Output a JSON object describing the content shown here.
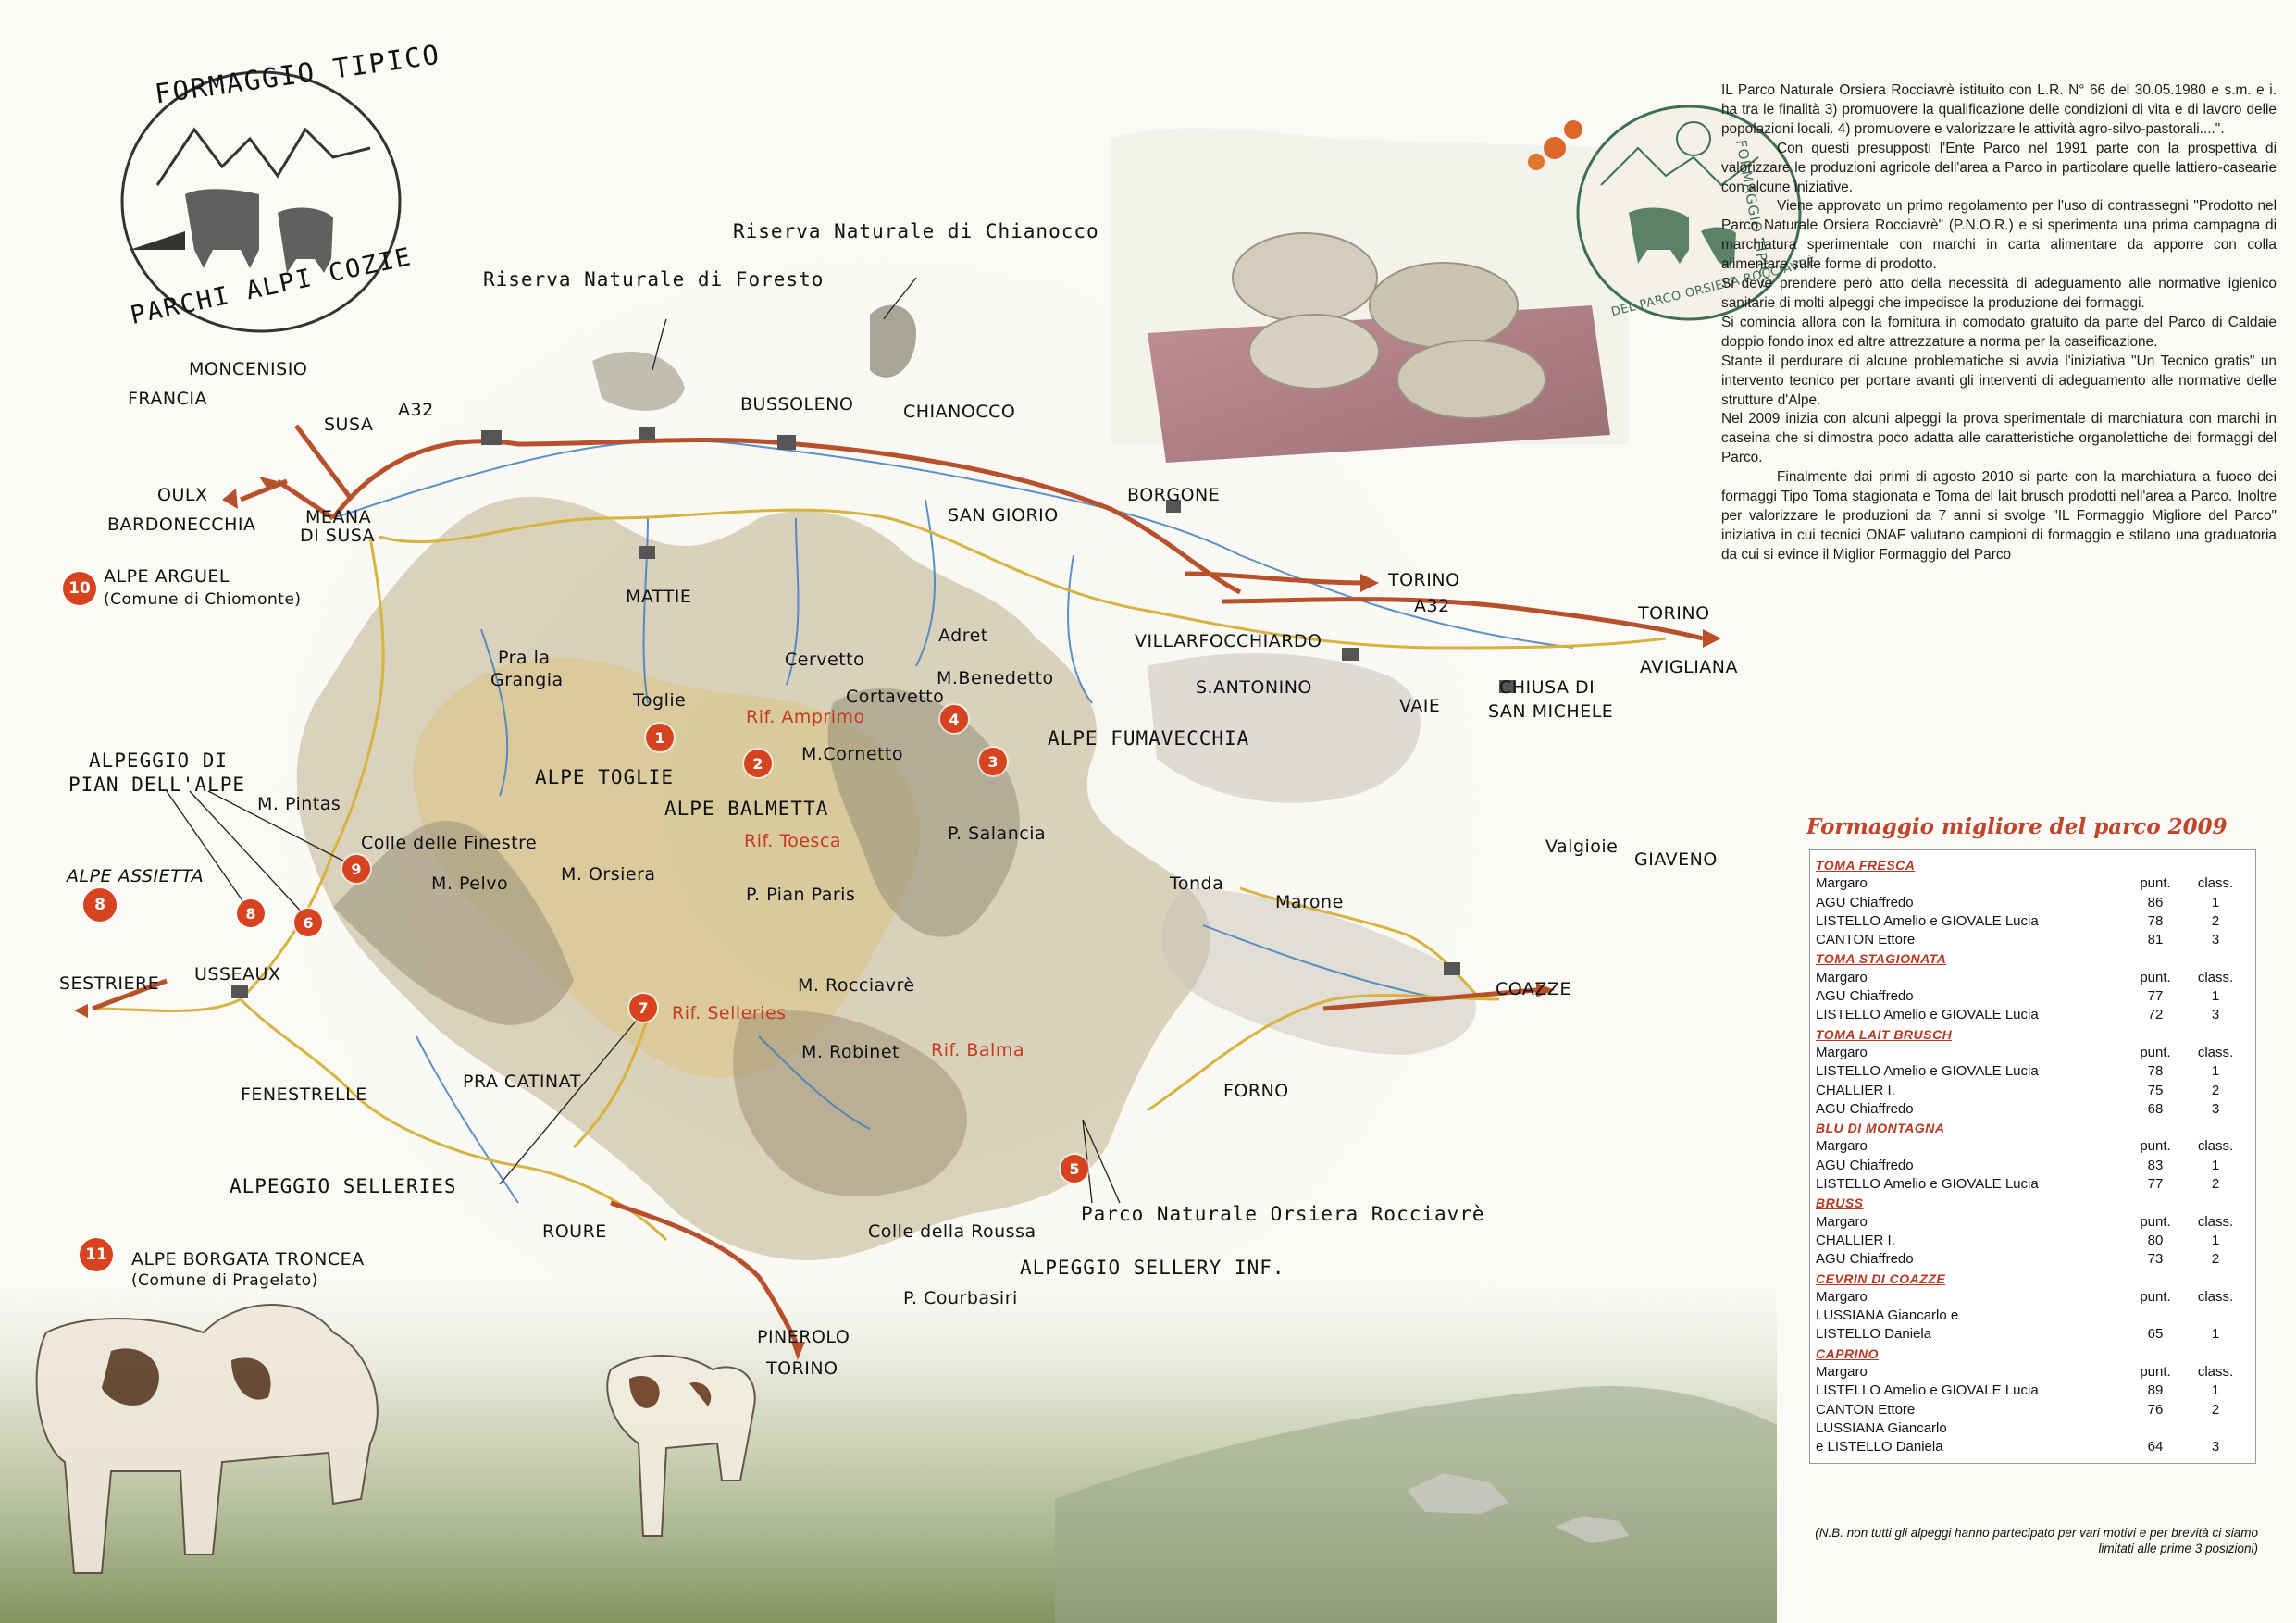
{
  "logo_left": {
    "top_text": "FORMAGGIO TIPICO",
    "bottom_text": "PARCHI ALPI COZIE"
  },
  "logo_right": {
    "top_text": "FORMAGGIO TIPICO",
    "bottom_text": "DEL PARCO ORSIERA ROCCIAVRÈ"
  },
  "map": {
    "place_labels": [
      {
        "id": "riserva-chianocco",
        "text": "Riserva Naturale di Chianocco",
        "style": "hand"
      },
      {
        "id": "riserva-foresto",
        "text": "Riserva Naturale di Foresto",
        "style": "hand"
      },
      {
        "id": "moncenisio",
        "text": "MONCENISIO",
        "style": "normal"
      },
      {
        "id": "francia",
        "text": "FRANCIA",
        "style": "normal"
      },
      {
        "id": "susa",
        "text": "SUSA",
        "style": "normal"
      },
      {
        "id": "a32-west",
        "text": "A32",
        "style": "normal"
      },
      {
        "id": "bussoleno",
        "text": "BUSSOLENO",
        "style": "normal"
      },
      {
        "id": "chianocco",
        "text": "CHIANOCCO",
        "style": "normal"
      },
      {
        "id": "oulx",
        "text": "OULX",
        "style": "normal"
      },
      {
        "id": "bardonecchia",
        "text": "BARDONECCHIA",
        "style": "normal"
      },
      {
        "id": "meana",
        "text": "MEANA",
        "style": "normal"
      },
      {
        "id": "di-susa",
        "text": "DI SUSA",
        "style": "normal"
      },
      {
        "id": "borgone",
        "text": "BORGONE",
        "style": "normal"
      },
      {
        "id": "san-giorio",
        "text": "SAN GIORIO",
        "style": "normal"
      },
      {
        "id": "mattie",
        "text": "MATTIE",
        "style": "normal"
      },
      {
        "id": "torino-east",
        "text": "TORINO",
        "style": "normal"
      },
      {
        "id": "a32-east",
        "text": "A32",
        "style": "normal"
      },
      {
        "id": "torino-far",
        "text": "TORINO",
        "style": "normal"
      },
      {
        "id": "villarfocchiardo",
        "text": "VILLARFOCCHIARDO",
        "style": "normal"
      },
      {
        "id": "santonino",
        "text": "S.ANTONINO",
        "style": "normal"
      },
      {
        "id": "vaie",
        "text": "VAIE",
        "style": "normal"
      },
      {
        "id": "chiusa",
        "text": "CHIUSA DI",
        "style": "normal"
      },
      {
        "id": "san-michele",
        "text": "SAN MICHELE",
        "style": "normal"
      },
      {
        "id": "avigliana",
        "text": "AVIGLIANA",
        "style": "normal"
      },
      {
        "id": "pra-la",
        "text": "Pra la",
        "style": "normal"
      },
      {
        "id": "grangia",
        "text": "Grangia",
        "style": "normal"
      },
      {
        "id": "cervetto",
        "text": "Cervetto",
        "style": "normal"
      },
      {
        "id": "adret",
        "text": "Adret",
        "style": "normal"
      },
      {
        "id": "cortavetto",
        "text": "Cortavetto",
        "style": "normal"
      },
      {
        "id": "mbenedetto",
        "text": "M.Benedetto",
        "style": "normal"
      },
      {
        "id": "toglie",
        "text": "Toglie",
        "style": "normal"
      },
      {
        "id": "rif-amprimo",
        "text": "Rif. Amprimo",
        "style": "red"
      },
      {
        "id": "alpe-fumavecchia",
        "text": "ALPE FUMAVECCHIA",
        "style": "hand"
      },
      {
        "id": "mcornetto",
        "text": "M.Cornetto",
        "style": "normal"
      },
      {
        "id": "alpe-toglie",
        "text": "ALPE TOGLIE",
        "style": "hand"
      },
      {
        "id": "alpe-balmetta",
        "text": "ALPE BALMETTA",
        "style": "hand"
      },
      {
        "id": "alpeggio-di",
        "text": "ALPEGGIO DI",
        "style": "hand"
      },
      {
        "id": "pian-dellalpe",
        "text": "PIAN DELL'ALPE",
        "style": "hand"
      },
      {
        "id": "mpintas",
        "text": "M. Pintas",
        "style": "normal"
      },
      {
        "id": "rif-toesca",
        "text": "Rif. Toesca",
        "style": "red"
      },
      {
        "id": "psalancia",
        "text": "P. Salancia",
        "style": "normal"
      },
      {
        "id": "valgioie",
        "text": "Valgioie",
        "style": "normal"
      },
      {
        "id": "giaveno",
        "text": "GIAVENO",
        "style": "normal"
      },
      {
        "id": "colle-finestre",
        "text": "Colle delle Finestre",
        "style": "normal"
      },
      {
        "id": "alpe-assietta",
        "text": "ALPE ASSIETTA",
        "style": "italic"
      },
      {
        "id": "mpelvo",
        "text": "M. Pelvo",
        "style": "normal"
      },
      {
        "id": "morsiera",
        "text": "M. Orsiera",
        "style": "normal"
      },
      {
        "id": "ppianparis",
        "text": "P. Pian Paris",
        "style": "normal"
      },
      {
        "id": "tonda",
        "text": "Tonda",
        "style": "normal"
      },
      {
        "id": "marone",
        "text": "Marone",
        "style": "normal"
      },
      {
        "id": "usseaux",
        "text": "USSEAUX",
        "style": "normal"
      },
      {
        "id": "sestriere",
        "text": "SESTRIERE",
        "style": "normal"
      },
      {
        "id": "mrocciavre",
        "text": "M. Rocciavrè",
        "style": "normal"
      },
      {
        "id": "coazze",
        "text": "COAZZE",
        "style": "normal"
      },
      {
        "id": "rif-selleries",
        "text": "Rif. Selleries",
        "style": "red"
      },
      {
        "id": "mrobinet",
        "text": "M. Robinet",
        "style": "normal"
      },
      {
        "id": "rif-balma",
        "text": "Rif. Balma",
        "style": "red"
      },
      {
        "id": "fenestrelle",
        "text": "FENESTRELLE",
        "style": "normal"
      },
      {
        "id": "pra-catinat",
        "text": "PRA CATINAT",
        "style": "normal"
      },
      {
        "id": "forno",
        "text": "FORNO",
        "style": "normal"
      },
      {
        "id": "alpeggio-selleries",
        "text": "ALPEGGIO SELLERIES",
        "style": "hand"
      },
      {
        "id": "parco-naturale",
        "text": "Parco Naturale Orsiera Rocciavrè",
        "style": "hand"
      },
      {
        "id": "roure",
        "text": "ROURE",
        "style": "normal"
      },
      {
        "id": "colle-roussa",
        "text": "Colle della Roussa",
        "style": "normal"
      },
      {
        "id": "alpeggio-sellery-inf",
        "text": "ALPEGGIO SELLERY INF.",
        "style": "hand"
      },
      {
        "id": "pcourbasiri",
        "text": "P. Courbasiri",
        "style": "normal"
      },
      {
        "id": "pinerolo",
        "text": "PINEROLO",
        "style": "normal"
      },
      {
        "id": "torino-south",
        "text": "TORINO",
        "style": "normal"
      }
    ],
    "markers": [
      {
        "id": "m1",
        "text": "1"
      },
      {
        "id": "m2",
        "text": "2"
      },
      {
        "id": "m3",
        "text": "3"
      },
      {
        "id": "m4",
        "text": "4"
      },
      {
        "id": "m5",
        "text": "5"
      },
      {
        "id": "m6",
        "text": "6"
      },
      {
        "id": "m7",
        "text": "7"
      },
      {
        "id": "m8",
        "text": "8"
      },
      {
        "id": "m8b",
        "text": "8"
      },
      {
        "id": "m9",
        "text": "9"
      },
      {
        "id": "m10",
        "text": "10"
      },
      {
        "id": "m11",
        "text": "11"
      }
    ],
    "side_entries": {
      "alpe_arguel": "ALPE ARGUEL",
      "alpe_arguel_sub": "(Comune di Chiomonte)",
      "alpe_borgata": "ALPE BORGATA TRONCEA",
      "alpe_borgata_sub": "(Comune di Pragelato)"
    }
  },
  "text_column": {
    "paragraphs": [
      "IL Parco Naturale Orsiera Rocciavrè istituito con L.R. N° 66 del 30.05.1980 e s.m. e i. ha tra le finalità 3) promuovere la qualificazione delle condizioni di vita e di lavoro delle popolazioni locali. 4) promuovere e valorizzare le attività agro-silvo-pastorali....\".",
      "Con questi presupposti l'Ente Parco nel 1991 parte con la prospettiva di valorizzare le produzioni agricole dell'area a Parco in particolare quelle lattiero-casearie con alcune iniziative.",
      "Viene approvato un primo regolamento per l'uso di contrassegni \"Prodotto nel Parco Naturale Orsiera Rocciavrè\" (P.N.O.R.) e si sperimenta una prima campagna di marchiatura sperimentale con marchi in carta alimentare da apporre con colla alimentare sulle forme di prodotto.",
      "Si deve prendere però atto della necessità di adeguamento alle normative igienico sanitarie di molti alpeggi che impedisce la produzione dei formaggi.",
      "Si comincia allora con la fornitura in comodato gratuito da parte del Parco di Caldaie doppio fondo inox ed altre attrezzature a norma per la caseificazione.",
      "Stante il perdurare di alcune problematiche si avvia l'iniziativa \"Un Tecnico gratis\" un intervento tecnico per portare avanti gli interventi di adeguamento alle normative delle strutture d'Alpe.",
      "Nel 2009 inizia con alcuni alpeggi la prova sperimentale di marchiatura con marchi in caseina che si dimostra poco adatta alle caratteristiche organolettiche dei formaggi del Parco.",
      "Finalmente dai primi di agosto 2010 si parte con la marchiatura a fuoco dei formaggi Tipo Toma stagionata e Toma del lait brusch prodotti nell'area a Parco. Inoltre per valorizzare le produzioni da 7 anni si svolge \"IL Formaggio Migliore del Parco\" iniziativa in cui tecnici ONAF valutano campioni di formaggio e stilano una graduatoria da cui si evince il Miglior Formaggio del Parco"
    ]
  },
  "results": {
    "title": "Formaggio migliore del parco 2009",
    "header": {
      "margaro": "Margaro",
      "punt": "punt.",
      "class": "class."
    },
    "categories": [
      {
        "name": "TOMA FRESCA",
        "rows": [
          {
            "name": "AGU Chiaffredo",
            "punt": "86",
            "class": "1"
          },
          {
            "name": "LISTELLO Amelio e GIOVALE Lucia",
            "punt": "78",
            "class": "2"
          },
          {
            "name": "CANTON Ettore",
            "punt": "81",
            "class": "3"
          }
        ]
      },
      {
        "name": "TOMA STAGIONATA",
        "rows": [
          {
            "name": "AGU Chiaffredo",
            "punt": "77",
            "class": "1"
          },
          {
            "name": "LISTELLO Amelio e GIOVALE Lucia",
            "punt": "72",
            "class": "3"
          }
        ]
      },
      {
        "name": "TOMA LAIT BRUSCH",
        "rows": [
          {
            "name": "LISTELLO Amelio e GIOVALE Lucia",
            "punt": "78",
            "class": "1"
          },
          {
            "name": "CHALLIER I.",
            "punt": "75",
            "class": "2"
          },
          {
            "name": "AGU Chiaffredo",
            "punt": "68",
            "class": "3"
          }
        ]
      },
      {
        "name": "BLU DI MONTAGNA",
        "rows": [
          {
            "name": "AGU Chiaffredo",
            "punt": "83",
            "class": "1"
          },
          {
            "name": "LISTELLO Amelio e GIOVALE Lucia",
            "punt": "77",
            "class": "2"
          }
        ]
      },
      {
        "name": "BRUSS",
        "rows": [
          {
            "name": "CHALLIER I.",
            "punt": "80",
            "class": "1"
          },
          {
            "name": "AGU Chiaffredo",
            "punt": "73",
            "class": "2"
          }
        ]
      },
      {
        "name": "CEVRIN DI COAZZE",
        "rows": [
          {
            "name": "LUSSIANA Giancarlo e",
            "punt": "",
            "class": ""
          },
          {
            "name": "LISTELLO Daniela",
            "punt": "65",
            "class": "1"
          }
        ]
      },
      {
        "name": "CAPRINO",
        "rows": [
          {
            "name": "LISTELLO Amelio e GIOVALE Lucia",
            "punt": "89",
            "class": "1"
          },
          {
            "name": "CANTON Ettore",
            "punt": "76",
            "class": "2"
          },
          {
            "name": "LUSSIANA Giancarlo",
            "punt": "",
            "class": ""
          },
          {
            "name": "e LISTELLO Daniela",
            "punt": "64",
            "class": "3"
          }
        ]
      }
    ],
    "note": "(N.B. non tutti gli alpeggi hanno partecipato per vari motivi e per brevità ci siamo limitati alle prime 3 posizioni)"
  },
  "colors": {
    "marker_red": "#d7431f",
    "title_red": "#c0452a",
    "road_red": "#b8512b",
    "road_yellow": "#d7b340",
    "river_blue": "#3f7fbf"
  }
}
